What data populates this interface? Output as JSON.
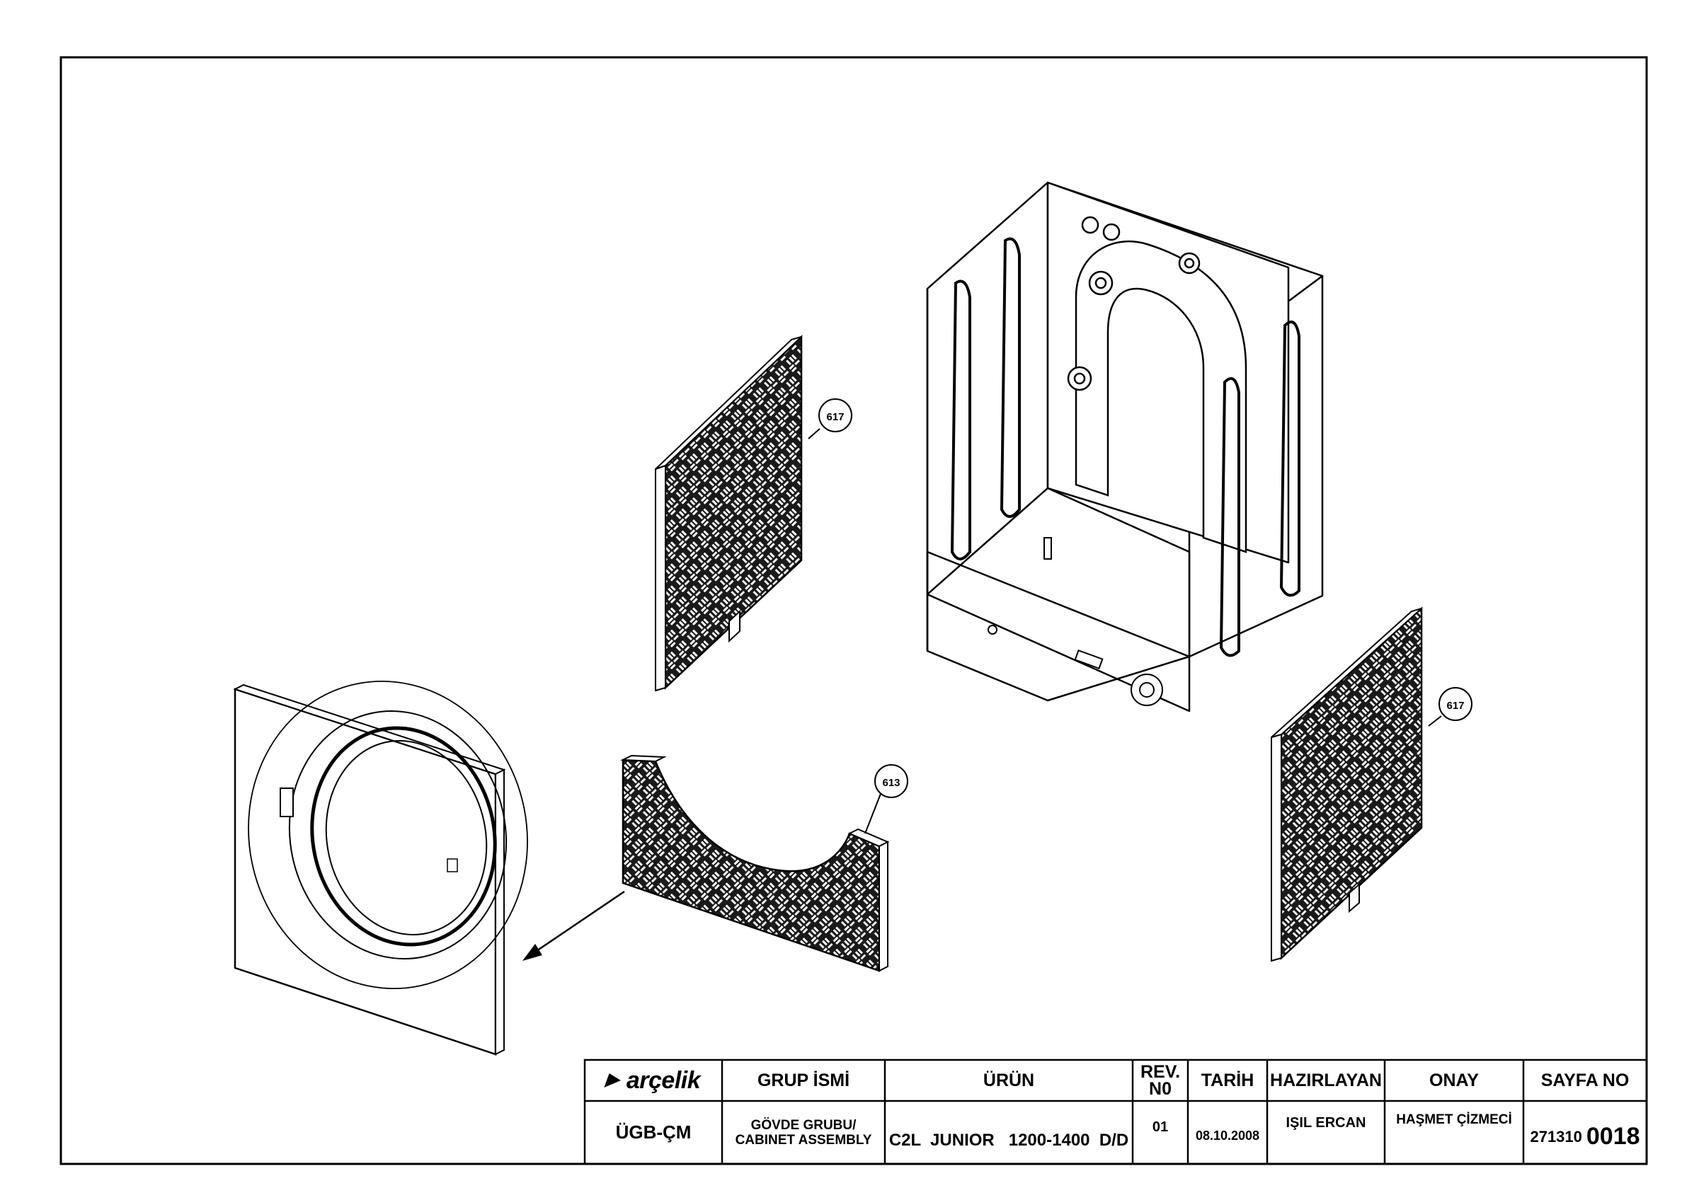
{
  "balloons": [
    {
      "label": "617"
    },
    {
      "label": "617"
    },
    {
      "label": "613"
    }
  ],
  "title_block": {
    "logo_text": "arçelik",
    "headers": {
      "group_name": "GRUP İSMİ",
      "product": "ÜRÜN",
      "rev_line1": "REV.",
      "rev_line2": "N0",
      "date": "TARİH",
      "prepared_by": "HAZIRLAYAN",
      "approval": "ONAY",
      "page_no": "SAYFA NO"
    },
    "values": {
      "department": "ÜGB-ÇM",
      "group_name_line1": "GÖVDE GRUBU/",
      "group_name_line2": "CABINET ASSEMBLY",
      "product": "C2L  JUNIOR   1200-1400  D/D",
      "rev": "01",
      "date": "08.10.2008",
      "prepared_by": "IŞIL ERCAN",
      "approval": "HAŞMET ÇİZMECİ",
      "page_no_prefix": "271310",
      "page_no_suffix": "0018"
    }
  },
  "colors": {
    "line": "#000000",
    "panel_fill": "#ffffff",
    "pattern_light": "#ffffff",
    "pattern_dark": "#1a1a1a"
  }
}
